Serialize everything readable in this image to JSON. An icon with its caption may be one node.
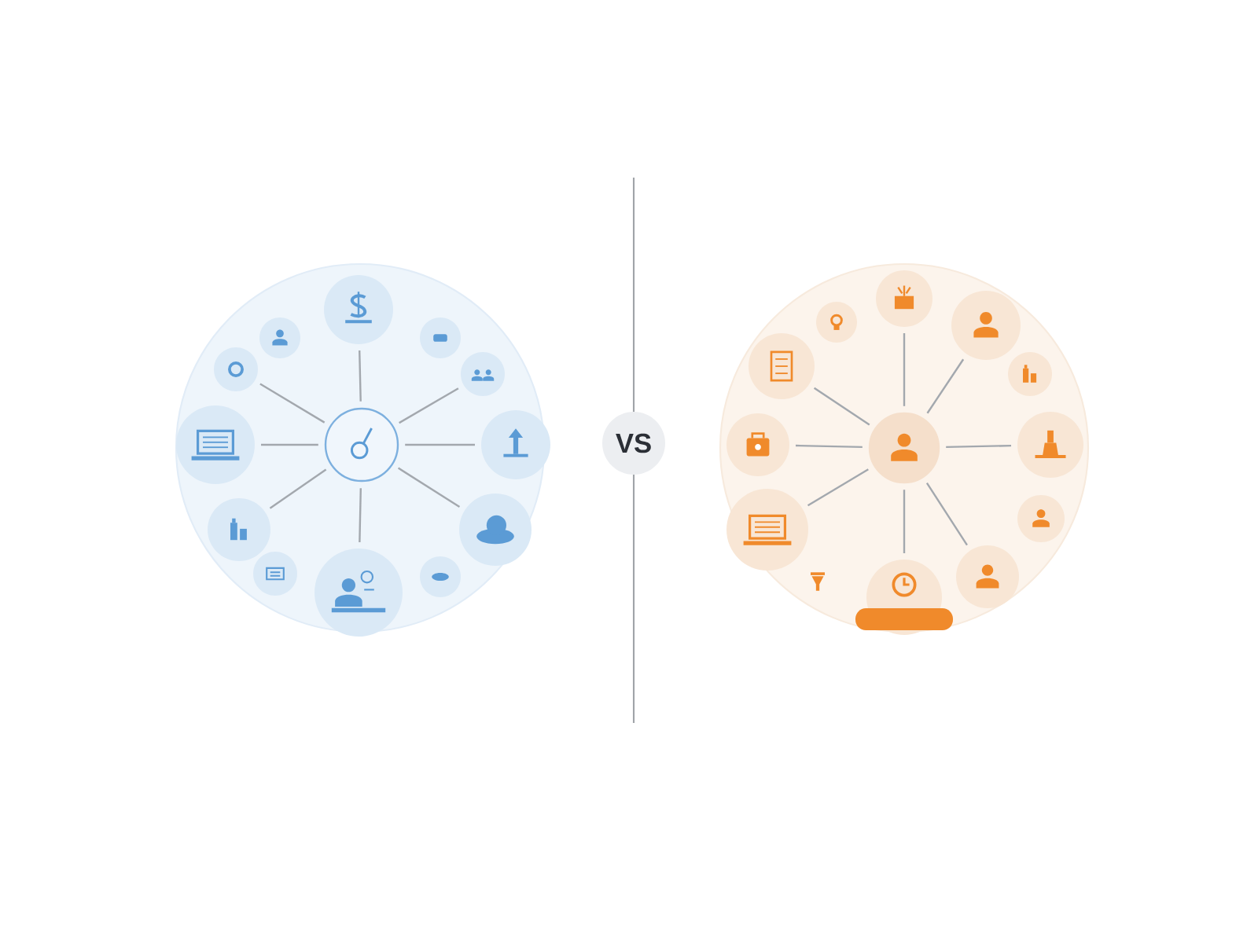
{
  "diagram": {
    "nodes": [
      {
        "text": [],
        "shape": "circle"
      },
      {
        "text": [],
        "shape": "circle",
        "in": 0
      },
      {
        "text": [],
        "shape": "circle",
        "in": 0
      },
      {
        "text": [],
        "shape": "circle",
        "in": 0
      },
      {
        "text": [],
        "shape": "circle",
        "in": 0
      },
      {
        "text": [],
        "shape": "circle",
        "in": 0
      },
      {
        "text": [],
        "shape": "circle",
        "in": 0
      },
      {
        "text": [],
        "shape": "circle",
        "in": 0
      },
      {
        "text": [],
        "shape": "circle",
        "in": 0
      },
      {
        "text": [],
        "shape": "circle",
        "in": 0
      },
      {
        "text": [],
        "shape": "circle",
        "in": 0
      },
      {
        "text": [],
        "shape": "circle",
        "in": 0
      },
      {
        "text": [],
        "shape": "circle",
        "in": 0
      },
      {
        "text": [],
        "shape": "circle",
        "in": 0
      },
      {
        "text": [
          "VS"
        ]
      },
      {
        "text": [],
        "shape": "circle"
      },
      {
        "text": [],
        "shape": "circle",
        "in": 15
      },
      {
        "text": [],
        "shape": "circle",
        "in": 15
      },
      {
        "text": [],
        "shape": "circle",
        "in": 15
      },
      {
        "text": [],
        "shape": "circle",
        "in": 15
      },
      {
        "text": [],
        "shape": "circle",
        "in": 15
      },
      {
        "text": [],
        "shape": "circle",
        "in": 15
      },
      {
        "text": [],
        "shape": "circle",
        "in": 15
      },
      {
        "text": [],
        "shape": "circle",
        "in": 15
      },
      {
        "text": [],
        "shape": "circle",
        "in": 15
      },
      {
        "text": [],
        "shape": "circle",
        "in": 15
      },
      {
        "text": [],
        "shape": "circle",
        "in": 15
      },
      {
        "text": [],
        "shape": "picture",
        "in": 15
      },
      {
        "text": [],
        "shape": "circle",
        "in": 15
      }
    ],
    "edges": [
      {
        "from": 1,
        "to": 2,
        "arrow": "none"
      },
      {
        "from": 1,
        "to": 6,
        "arrow": "none"
      },
      {
        "from": 1,
        "to": 8,
        "arrow": "none"
      },
      {
        "from": 1,
        "to": 10,
        "arrow": "none"
      },
      {
        "from": 1,
        "to": 13,
        "arrow": "none"
      },
      {
        "from": 1,
        "to": 9,
        "arrow": "none"
      },
      {
        "from": 1,
        "to": 7,
        "arrow": "none"
      },
      {
        "from": 1,
        "to": 5,
        "arrow": "none"
      },
      {
        "from": 16,
        "to": 17,
        "arrow": "none"
      },
      {
        "from": 16,
        "to": 19,
        "arrow": "none"
      },
      {
        "from": 16,
        "to": 23,
        "arrow": "none"
      },
      {
        "from": 16,
        "to": 26,
        "arrow": "none"
      },
      {
        "from": 16,
        "to": 28,
        "arrow": "none"
      },
      {
        "from": 16,
        "to": 25,
        "arrow": "none"
      },
      {
        "from": 16,
        "to": 22,
        "arrow": "none"
      },
      {
        "from": 16,
        "to": 20,
        "arrow": "none"
      }
    ]
  }
}
